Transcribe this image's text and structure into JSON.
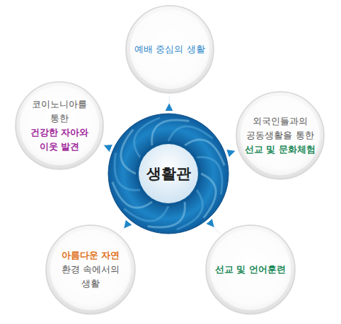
{
  "diagram": {
    "nodes": [
      {
        "text": [
          "생활관"
        ]
      },
      {
        "text": [
          "예배 중심의 생활"
        ]
      },
      {
        "text": [
          "외국인들과의 공동생활을 통한",
          "선교 및 문화체험"
        ]
      },
      {
        "text": [
          "선교 및 언어훈련"
        ]
      },
      {
        "text": [
          "아름다운 자연",
          "환경 속에서의 생활"
        ]
      },
      {
        "text": [
          "코이노니아를 통한",
          "건강한 자아와 이웃 발견"
        ]
      }
    ],
    "edges": [
      {
        "from": 0,
        "to": 1,
        "arrow": "to"
      },
      {
        "from": 0,
        "to": 2,
        "arrow": "to"
      },
      {
        "from": 0,
        "to": 3,
        "arrow": "to"
      },
      {
        "from": 0,
        "to": 4,
        "arrow": "to"
      },
      {
        "from": 0,
        "to": 5,
        "arrow": "to"
      }
    ]
  }
}
